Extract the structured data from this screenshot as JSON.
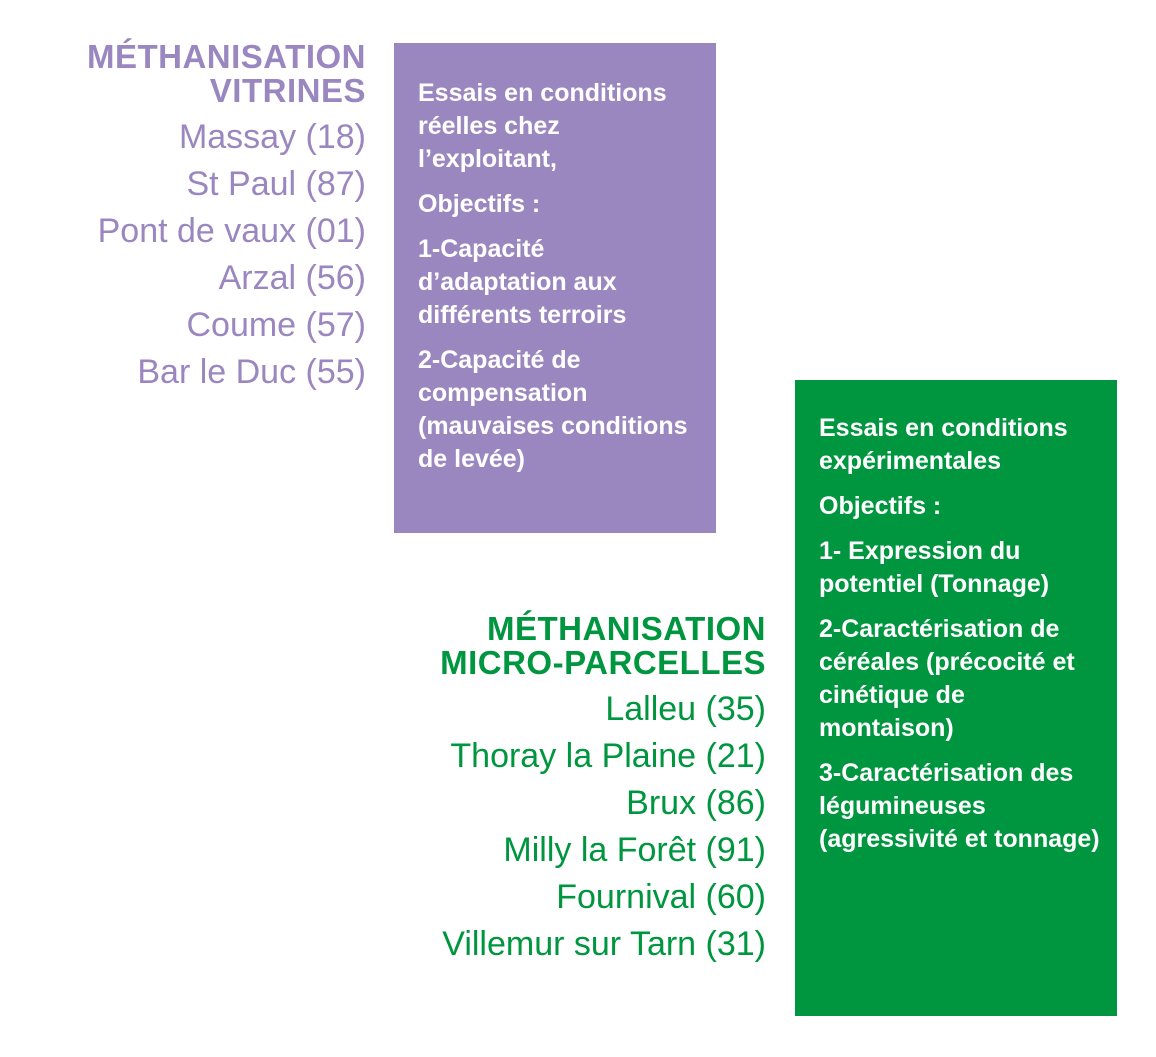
{
  "colors": {
    "purple": "#9B87BF",
    "green": "#00963F",
    "background": "#FFFFFF"
  },
  "vitrines": {
    "title_line1": "MÉTHANISATION",
    "title_line2": "VITRINES",
    "sites": [
      "Massay (18)",
      "St Paul (87)",
      "Pont de vaux (01)",
      "Arzal (56)",
      "Coume (57)",
      "Bar le Duc (55)"
    ],
    "box": {
      "intro": "Essais en conditions réelles chez l’exploitant,",
      "objectifs_label": "Objectifs :",
      "objectives": [
        "1-Capacité d’adaptation aux différents terroirs",
        "2-Capacité de compensation (mauvaises conditions de levée)"
      ]
    }
  },
  "micro_parcelles": {
    "title_line1": "MÉTHANISATION",
    "title_line2": "MICRO-PARCELLES",
    "sites": [
      "Lalleu (35)",
      "Thoray la Plaine (21)",
      "Brux (86)",
      "Milly la Forêt (91)",
      "Fournival (60)",
      "Villemur sur Tarn (31)"
    ],
    "box": {
      "intro": "Essais en conditions expérimentales",
      "objectifs_label": "Objectifs :",
      "objectives": [
        "1- Expression du potentiel (Tonnage)",
        "2-Caractérisation de céréales (précocité et cinétique de montaison)",
        "3-Caractérisation des légumineuses (agressivité et tonnage)"
      ]
    }
  }
}
